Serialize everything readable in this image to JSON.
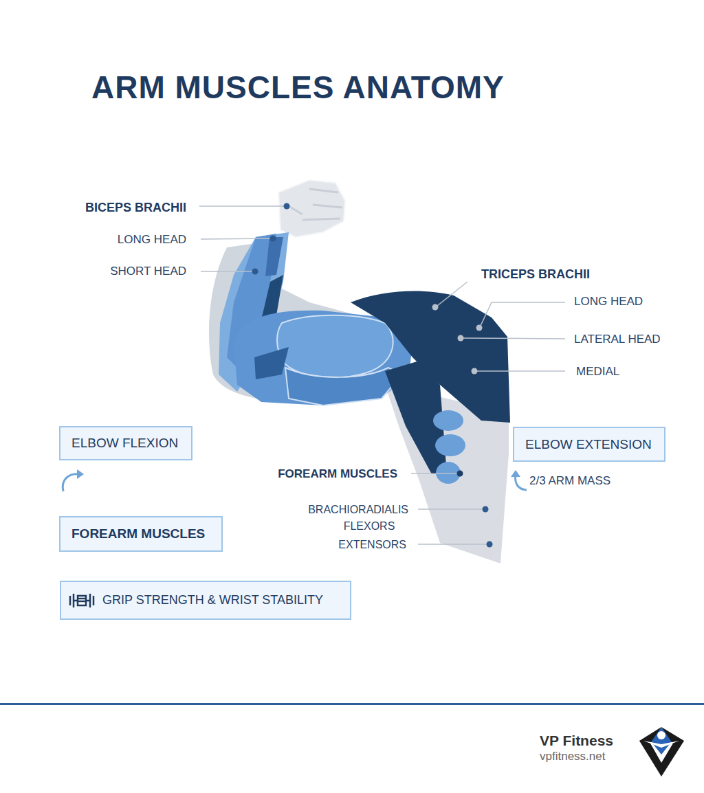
{
  "diagram": {
    "title": "ARM MUSCLES ANATOMY",
    "nodes": [
      {
        "text": [
          "ELBOW FLEXION"
        ]
      },
      {
        "text": [
          "ELBOW EXTENSION"
        ]
      },
      {
        "text": [
          "FOREARM MUSCLES"
        ]
      },
      {
        "text": [
          "GRIP STRENGTH & WRIST STABILITY"
        ]
      }
    ],
    "edges": [],
    "labels": [
      "BICEPS BRACHII",
      "LONG HEAD",
      "SHORT HEAD",
      "TRICEPS BRACHII",
      "LONG HEAD",
      "LATERAL HEAD",
      "MEDIAL",
      "FOREARM MUSCLES",
      "BRACHIORADIALIS",
      "FLEXORS",
      "EXTENSORS",
      "2/3 ARM MASS",
      "VP Fitness",
      "vpfitness.net"
    ]
  }
}
